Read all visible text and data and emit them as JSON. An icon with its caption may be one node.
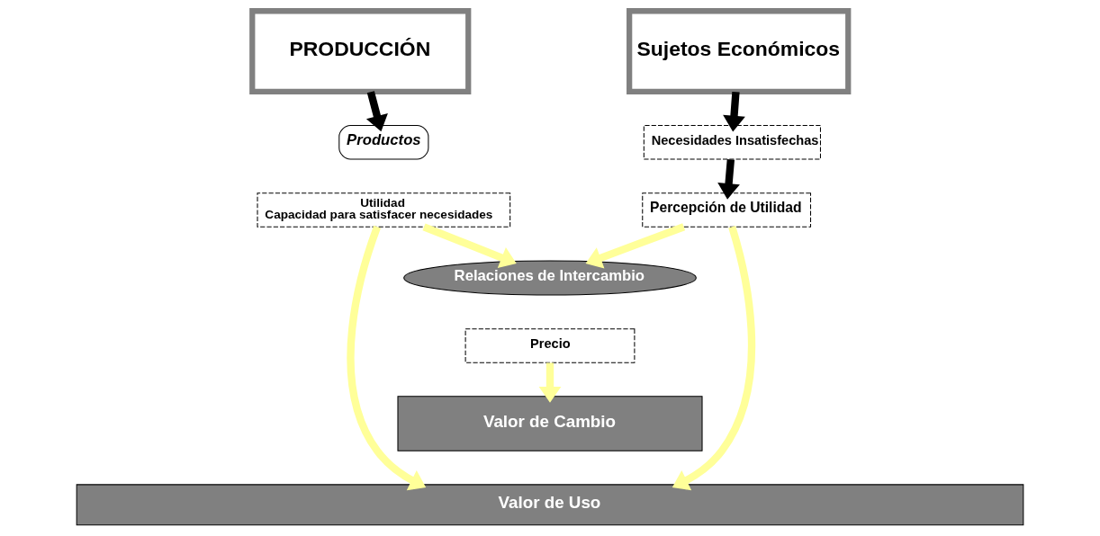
{
  "diagram": {
    "nodes": [
      {
        "text": [
          "PRODUCCIÓN"
        ]
      },
      {
        "text": [
          "Productos"
        ]
      },
      {
        "text": [
          "Utilidad",
          "Capacidad para satisfacer necesidades"
        ]
      },
      {
        "text": [
          "Sujetos Económicos"
        ]
      },
      {
        "text": [
          "Necesidades Insatisfechas"
        ]
      },
      {
        "text": [
          "Percepción de Utilidad"
        ]
      },
      {
        "text": [
          "Relaciones de Intercambio"
        ]
      },
      {
        "text": [
          "Precio"
        ]
      },
      {
        "text": [
          "Valor de Cambio"
        ]
      },
      {
        "text": [
          "Valor de Uso"
        ]
      }
    ],
    "edges": [
      {
        "from": 0,
        "to": 1,
        "arrow": "to",
        "color": "#000000"
      },
      {
        "from": 3,
        "to": 4,
        "arrow": "to",
        "color": "#000000"
      },
      {
        "from": 4,
        "to": 5,
        "arrow": "to",
        "color": "#000000"
      },
      {
        "from": 2,
        "to": 6,
        "arrow": "to",
        "color": "#ffff99"
      },
      {
        "from": 5,
        "to": 6,
        "arrow": "to",
        "color": "#ffff99"
      },
      {
        "from": 7,
        "to": 8,
        "arrow": "to",
        "color": "#ffff99"
      },
      {
        "from": 2,
        "to": 9,
        "arrow": "to",
        "color": "#ffff99"
      },
      {
        "from": 5,
        "to": 9,
        "arrow": "to",
        "color": "#ffff99"
      }
    ]
  }
}
